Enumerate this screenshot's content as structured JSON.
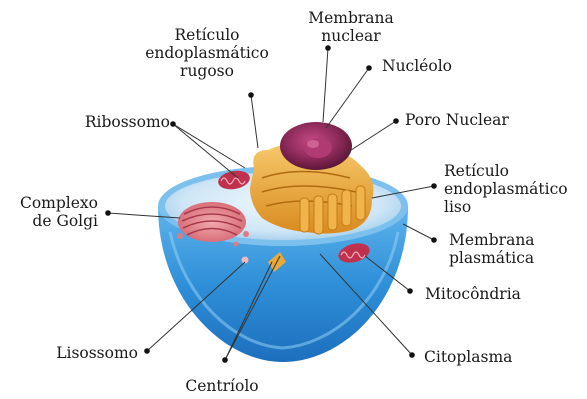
{
  "labels": {
    "reticulo_rugoso": "Retículo\nendoplasmático\nrugoso",
    "membrana_nuclear": "Membrana\nnuclear",
    "nucleolo": "Nucléolo",
    "poro_nuclear": "Poro Nuclear",
    "ribossomo": "Ribossomo",
    "reticulo_liso": "Retículo\nendoplasmático\nliso",
    "complexo_golgi": "Complexo\nde Golgi",
    "membrana_plasmatica": "Membrana\nplasmática",
    "mitocondria": "Mitocôndria",
    "lisossomo": "Lisossomo",
    "citoplasma": "Citoplasma",
    "centriolo": "Centríolo"
  },
  "colors": {
    "membrane": "#2f8fd8",
    "cytoplasm": "#cfe6f6",
    "nucleus": "#8e2a5a",
    "er": "#e9a93a",
    "golgi": "#e27a83",
    "mitochondria": "#c0314e"
  }
}
